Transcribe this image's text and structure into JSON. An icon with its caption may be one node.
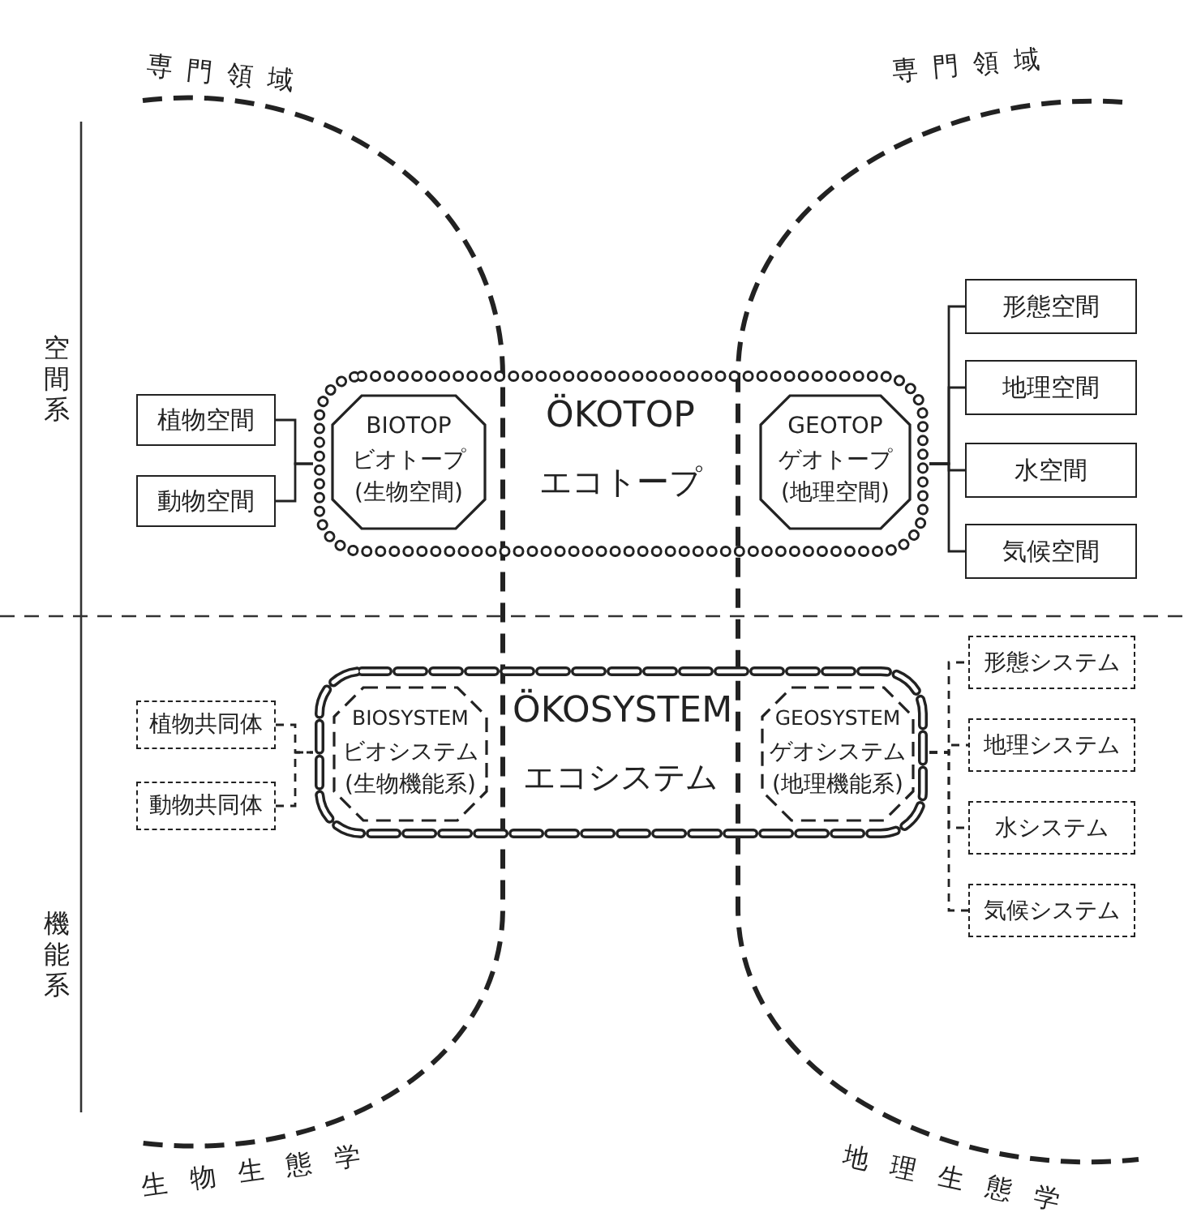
{
  "diagram": {
    "nodes": [
      {
        "text": [
          "ÖKOTOP",
          "エコトープ"
        ]
      },
      {
        "text": [
          "BIOTOP",
          "ビオトープ",
          "(生物空間)"
        ],
        "in": 0
      },
      {
        "text": [
          "GEOTOP",
          "ゲオトープ",
          "(地理空間)"
        ],
        "in": 0
      },
      {
        "text": [
          "植物空間"
        ]
      },
      {
        "text": [
          "動物空間"
        ]
      },
      {
        "text": [
          "形態空間"
        ]
      },
      {
        "text": [
          "地理空間"
        ]
      },
      {
        "text": [
          "水空間"
        ]
      },
      {
        "text": [
          "気候空間"
        ]
      },
      {
        "text": [
          "ÖKOSYSTEM",
          "エコシステム"
        ]
      },
      {
        "text": [
          "BIOSYSTEM",
          "ビオシステム",
          "(生物機能系)"
        ],
        "in": 9
      },
      {
        "text": [
          "GEOSYSTEM",
          "ゲオシステム",
          "(地理機能系)"
        ],
        "in": 9
      },
      {
        "text": [
          "植物共同体"
        ]
      },
      {
        "text": [
          "動物共同体"
        ]
      },
      {
        "text": [
          "形態システム"
        ]
      },
      {
        "text": [
          "地理システム"
        ]
      },
      {
        "text": [
          "水システム"
        ]
      },
      {
        "text": [
          "気候システム"
        ]
      }
    ],
    "edges": [
      {
        "from": 3,
        "to": 0,
        "arrow": "none"
      },
      {
        "from": 4,
        "to": 0,
        "arrow": "none"
      },
      {
        "from": 0,
        "to": 5,
        "arrow": "none"
      },
      {
        "from": 0,
        "to": 6,
        "arrow": "none"
      },
      {
        "from": 0,
        "to": 7,
        "arrow": "none"
      },
      {
        "from": 0,
        "to": 8,
        "arrow": "none"
      },
      {
        "from": 12,
        "to": 9,
        "arrow": "none",
        "style": "dashed"
      },
      {
        "from": 13,
        "to": 9,
        "arrow": "none",
        "style": "dashed"
      },
      {
        "from": 9,
        "to": 14,
        "arrow": "none",
        "style": "dashed"
      },
      {
        "from": 9,
        "to": 15,
        "arrow": "none",
        "style": "dashed"
      },
      {
        "from": 9,
        "to": 16,
        "arrow": "none",
        "style": "dashed"
      },
      {
        "from": 9,
        "to": 17,
        "arrow": "none",
        "style": "dashed"
      }
    ],
    "labels": [
      "専門領域",
      "専門領域",
      "空間系",
      "機能系",
      "生物生態学",
      "地理生態学"
    ]
  }
}
